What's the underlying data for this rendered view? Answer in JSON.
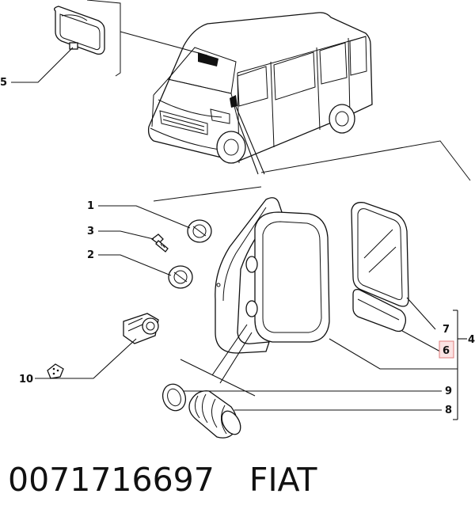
{
  "callouts": [
    {
      "id": "1",
      "label": "1"
    },
    {
      "id": "2",
      "label": "2"
    },
    {
      "id": "3",
      "label": "3"
    },
    {
      "id": "4",
      "label": "4"
    },
    {
      "id": "5",
      "label": "5"
    },
    {
      "id": "6",
      "label": "6",
      "highlighted": true
    },
    {
      "id": "7",
      "label": "7"
    },
    {
      "id": "8",
      "label": "8"
    },
    {
      "id": "9",
      "label": "9"
    },
    {
      "id": "10",
      "label": "10"
    }
  ],
  "caption": {
    "part_number": "0071716697",
    "brand": "FIAT"
  },
  "colors": {
    "line": "#111111",
    "highlight_fill": "#fbe3e3",
    "highlight_stroke": "#e07c7c"
  }
}
